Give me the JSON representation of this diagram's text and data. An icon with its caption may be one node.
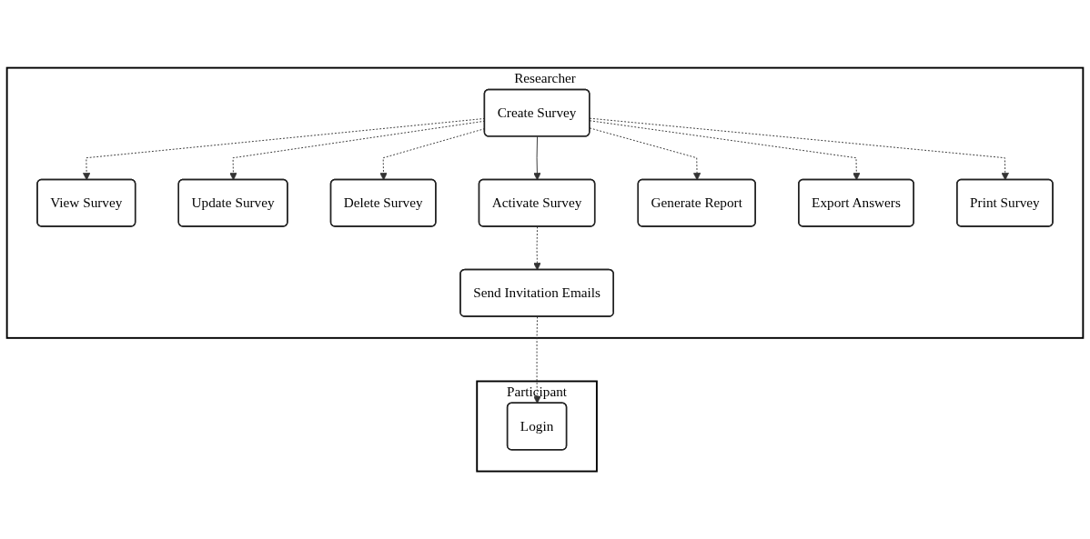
{
  "diagram": {
    "nodes": [
      {
        "text": [
          "Researcher"
        ]
      },
      {
        "text": [
          "Create Survey"
        ],
        "in": 0
      },
      {
        "text": [
          "View Survey"
        ],
        "in": 0
      },
      {
        "text": [
          "Update Survey"
        ],
        "in": 0
      },
      {
        "text": [
          "Delete Survey"
        ],
        "in": 0
      },
      {
        "text": [
          "Activate Survey"
        ],
        "in": 0
      },
      {
        "text": [
          "Generate Report"
        ],
        "in": 0
      },
      {
        "text": [
          "Export Answers"
        ],
        "in": 0
      },
      {
        "text": [
          "Print Survey"
        ],
        "in": 0
      },
      {
        "text": [
          "Send Invitation Emails"
        ],
        "in": 0
      },
      {
        "text": [
          "Participant"
        ]
      },
      {
        "text": [
          "Login"
        ],
        "in": 10
      }
    ],
    "edges": [
      {
        "from": 1,
        "to": 2,
        "arrow": "to",
        "style": "dashed"
      },
      {
        "from": 1,
        "to": 3,
        "arrow": "to",
        "style": "dashed"
      },
      {
        "from": 1,
        "to": 4,
        "arrow": "to",
        "style": "dashed"
      },
      {
        "from": 1,
        "to": 5,
        "arrow": "to"
      },
      {
        "from": 1,
        "to": 6,
        "arrow": "to",
        "style": "dashed"
      },
      {
        "from": 1,
        "to": 7,
        "arrow": "to",
        "style": "dashed"
      },
      {
        "from": 1,
        "to": 8,
        "arrow": "to",
        "style": "dashed"
      },
      {
        "from": 5,
        "to": 9,
        "arrow": "to",
        "style": "dashed"
      },
      {
        "from": 9,
        "to": 11,
        "arrow": "to",
        "style": "dashed"
      }
    ]
  }
}
